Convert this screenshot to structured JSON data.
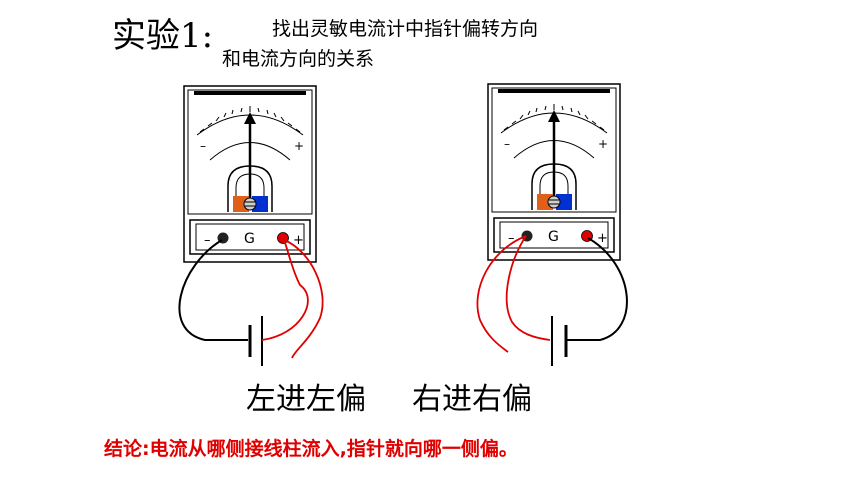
{
  "title": "实验1:",
  "subtitle_line1": "找出灵敏电流计中指针偏转方向",
  "subtitle_line2": "和电流方向的关系",
  "meters": [
    {
      "minus_label": "–",
      "plus_label": "+",
      "g_label": "G",
      "terminal_minus": "–",
      "terminal_plus": "+"
    },
    {
      "minus_label": "–",
      "plus_label": "+",
      "g_label": "G",
      "terminal_minus": "–",
      "terminal_plus": "+"
    }
  ],
  "captions": {
    "left": "左进左偏",
    "right": "右进右偏"
  },
  "conclusion": "结论:电流从哪侧接线柱流入,指针就向哪一侧偏。",
  "colors": {
    "conclusion": "#e00000",
    "wire_red": "#e00000",
    "magnet_left": "#e0601a",
    "magnet_right": "#0030d0"
  }
}
